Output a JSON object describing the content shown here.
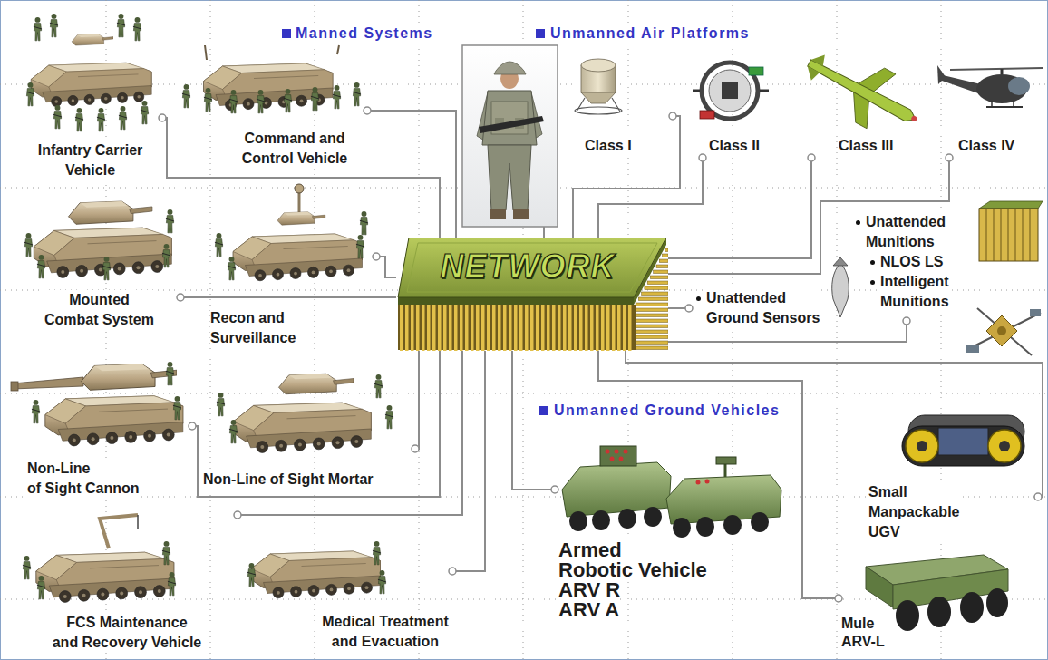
{
  "diagram": {
    "nodes": [
      {
        "text": [
          "Infantry Carrier Vehicle"
        ]
      },
      {
        "text": [
          "Command and Control Vehicle"
        ]
      },
      {
        "text": [
          "Class I"
        ]
      },
      {
        "text": [
          "Class II"
        ]
      },
      {
        "text": [
          "Class III"
        ]
      },
      {
        "text": [
          "Class IV"
        ]
      },
      {
        "text": [
          "Mounted Combat System"
        ]
      },
      {
        "text": [
          "Recon and Surveillance"
        ]
      },
      {
        "text": [
          "NETWORK"
        ]
      },
      {
        "text": [
          "Unattended Munitions",
          "NLOS LS",
          "Intelligent Munitions"
        ]
      },
      {
        "text": [
          "Unattended Ground Sensors"
        ]
      },
      {
        "text": [
          "Non-Line of Sight Cannon"
        ]
      },
      {
        "text": [
          "Non-Line of Sight Mortar"
        ]
      },
      {
        "text": [
          "Small Manpackable UGV"
        ]
      },
      {
        "text": [
          "FCS Maintenance and Recovery Vehicle"
        ]
      },
      {
        "text": [
          "Medical Treatment and Evacuation"
        ]
      },
      {
        "text": [
          "Armed Robotic Vehicle",
          "ARV R",
          "ARV A"
        ]
      },
      {
        "text": [
          "Mule",
          "ARV-L"
        ]
      }
    ],
    "edges": [
      {
        "from": 0,
        "to": 8,
        "arrow": "none"
      },
      {
        "from": 1,
        "to": 8,
        "arrow": "none"
      },
      {
        "from": 2,
        "to": 8,
        "arrow": "none"
      },
      {
        "from": 3,
        "to": 8,
        "arrow": "none"
      },
      {
        "from": 4,
        "to": 8,
        "arrow": "none"
      },
      {
        "from": 5,
        "to": 8,
        "arrow": "none"
      },
      {
        "from": 6,
        "to": 8,
        "arrow": "none"
      },
      {
        "from": 7,
        "to": 8,
        "arrow": "none"
      },
      {
        "from": 9,
        "to": 8,
        "arrow": "none"
      },
      {
        "from": 10,
        "to": 8,
        "arrow": "none"
      },
      {
        "from": 11,
        "to": 8,
        "arrow": "none"
      },
      {
        "from": 12,
        "to": 8,
        "arrow": "none"
      },
      {
        "from": 13,
        "to": 8,
        "arrow": "none"
      },
      {
        "from": 14,
        "to": 8,
        "arrow": "none"
      },
      {
        "from": 15,
        "to": 8,
        "arrow": "none"
      },
      {
        "from": 16,
        "to": 8,
        "arrow": "none"
      },
      {
        "from": 17,
        "to": 8,
        "arrow": "none"
      }
    ],
    "labels": [
      "Manned Systems",
      "Unmanned Air Platforms",
      "Unmanned Ground Vehicles"
    ]
  }
}
